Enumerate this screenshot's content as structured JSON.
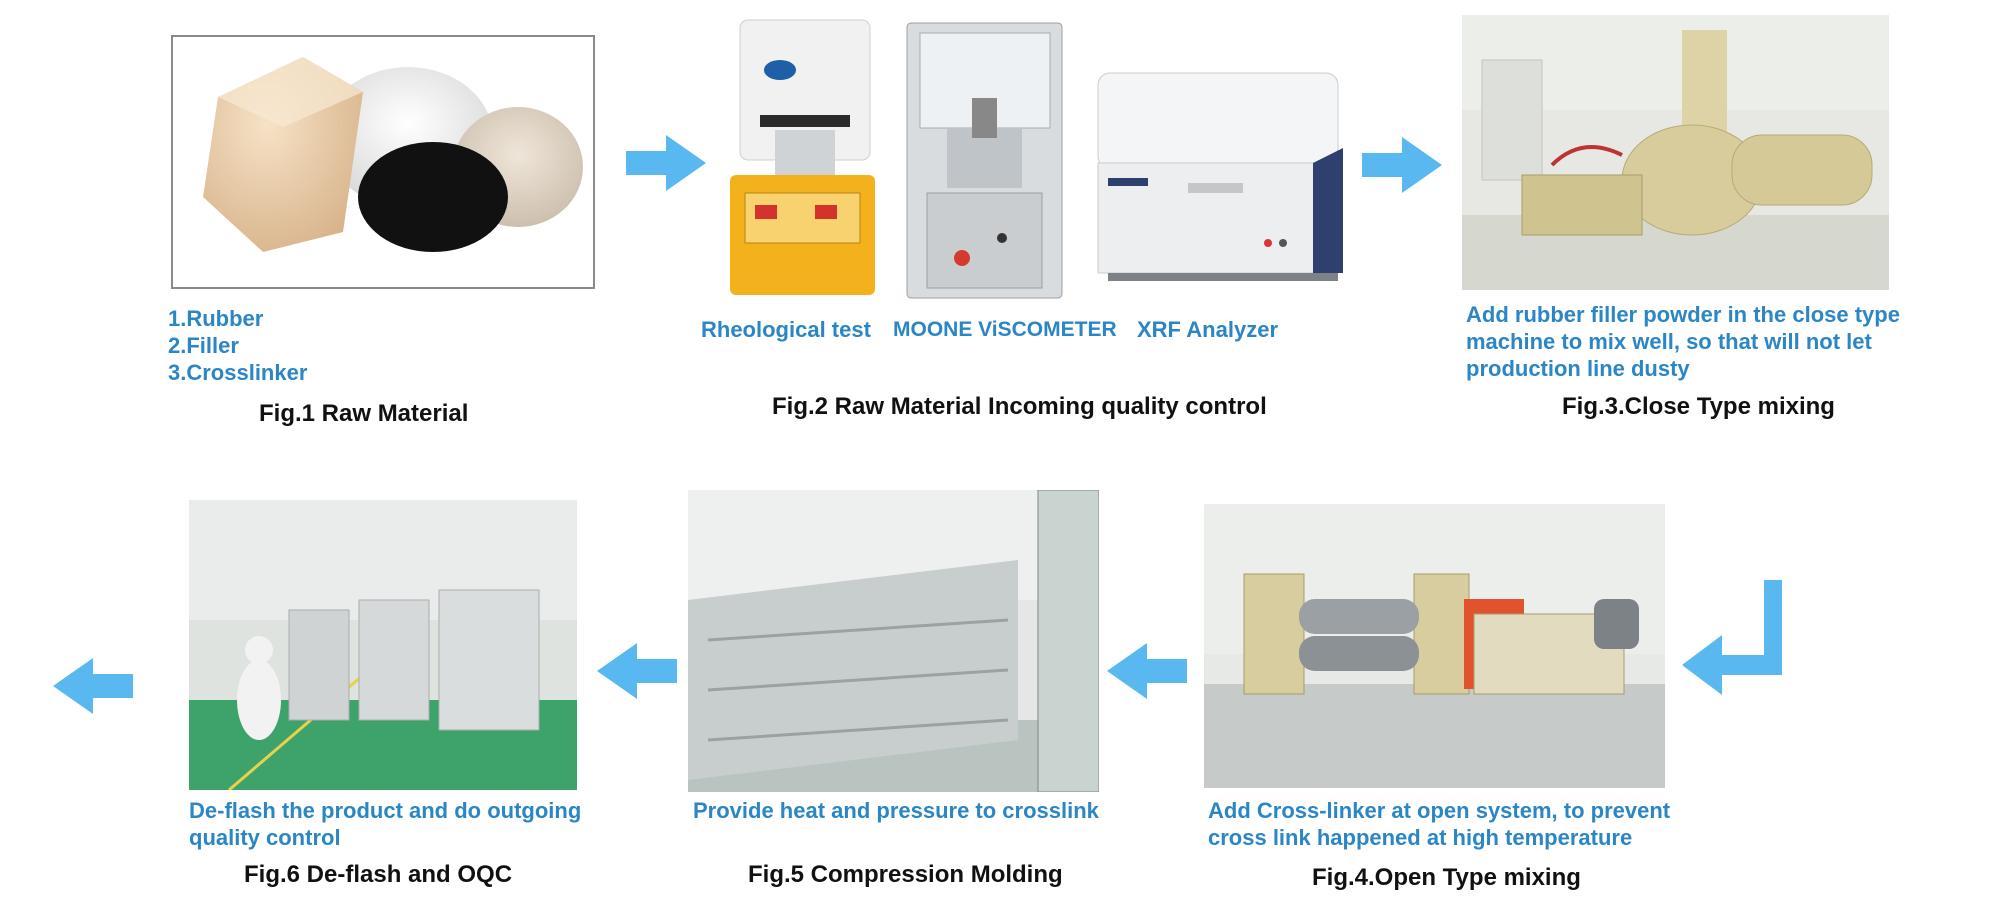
{
  "colors": {
    "arrow": "#5ab8f0",
    "note_text": "#2b86c5",
    "caption_text": "#111111"
  },
  "fig1": {
    "caption": "Fig.1 Raw Material",
    "items": [
      "1.Rubber",
      "2.Filler",
      "3.Crosslinker"
    ],
    "image": "raw-material-photo"
  },
  "fig2": {
    "caption": "Fig.2 Raw Material Incoming quality control",
    "labels": [
      "Rheological test",
      "MOONE ViSCOMETER",
      "XRF Analyzer"
    ],
    "images": [
      "rheometer-machine",
      "mooney-viscometer-machine",
      "xrf-analyzer-machine"
    ]
  },
  "fig3": {
    "caption": "Fig.3.Close Type mixing",
    "note": "Add rubber filler powder in the close type machine to mix well, so that will not let production line dusty",
    "image": "close-type-mixer-photo"
  },
  "fig4": {
    "caption": "Fig.4.Open Type mixing",
    "note": "Add Cross-linker at open system, to prevent cross link happened at  high temperature",
    "image": "open-mill-photo"
  },
  "fig5": {
    "caption": "Fig.5 Compression Molding",
    "note": "Provide heat and pressure to crosslink",
    "image": "compression-molding-room-photo"
  },
  "fig6": {
    "caption": "Fig.6 De-flash and OQC",
    "note": "De-flash the product and do outgoing quality control",
    "image": "cleanroom-workshop-photo"
  },
  "arrows": [
    "arrow-right-1",
    "arrow-right-2",
    "arrow-down-left",
    "arrow-left-1",
    "arrow-left-2",
    "arrow-left-3"
  ]
}
